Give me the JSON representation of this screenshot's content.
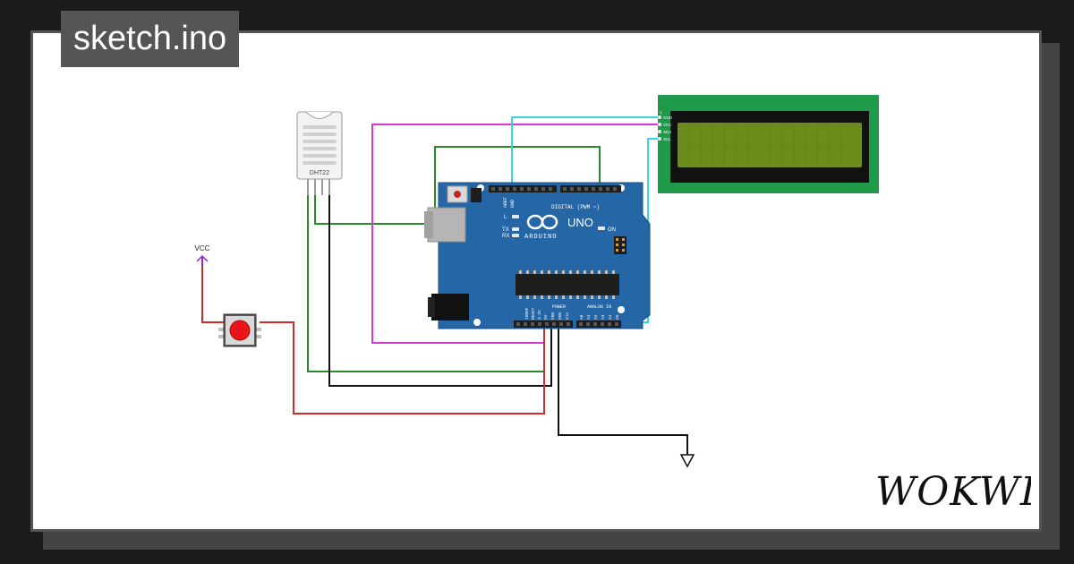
{
  "sketch": {
    "file_name": "sketch.ino"
  },
  "brand": {
    "name": "WOKWI"
  },
  "components": {
    "dht": {
      "label": "DHT22"
    },
    "power_symbol": {
      "label": "VCC"
    },
    "arduino": {
      "model": "UNO",
      "brand": "ARDUINO",
      "header_digital": "DIGITAL (PWM ~)",
      "header_power": "POWER",
      "header_analog": "ANALOG IN",
      "led_l": "L",
      "led_tx": "TX",
      "led_rx": "RX",
      "led_on": "ON",
      "aref": "AREF",
      "gnd": "GND",
      "power_pins": [
        "IOREF",
        "RESET",
        "3.3V",
        "5V",
        "GND",
        "GND",
        "Vin"
      ],
      "analog_pins": [
        "A0",
        "A1",
        "A2",
        "A3",
        "A4",
        "A5"
      ]
    },
    "lcd": {
      "pins": [
        "1",
        "GND",
        "VCC",
        "SDA",
        "SCL"
      ]
    }
  },
  "colors": {
    "wire_green": "#2a8a2a",
    "wire_red": "#d42a2a",
    "wire_black": "#111111",
    "wire_magenta": "#d63ad6",
    "wire_cyan": "#3ad6e0",
    "arduino_board": "#2567a6",
    "lcd_pcb": "#1f9a4a",
    "lcd_screen": "#6b8b1a",
    "button_cap": "#e8141a"
  }
}
